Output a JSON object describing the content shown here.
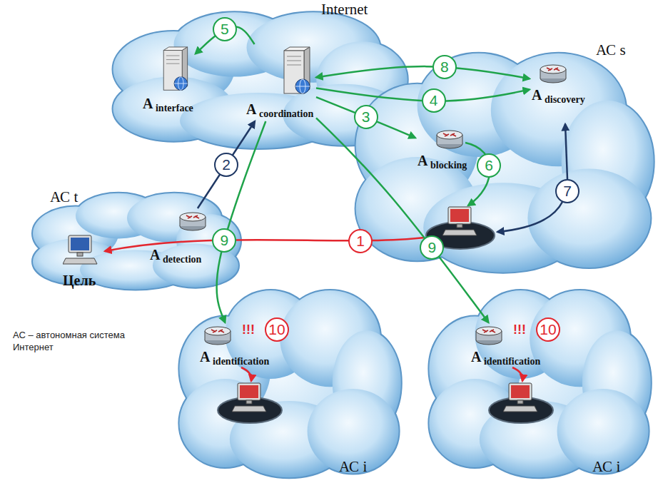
{
  "diagram": {
    "nodes": [
      {
        "text": [
          "Internet"
        ]
      },
      {
        "text": [
          "A interface"
        ],
        "in": 0
      },
      {
        "text": [
          "A coordination"
        ],
        "in": 0
      },
      {
        "text": [
          "АС s"
        ]
      },
      {
        "text": [
          "A discovery"
        ],
        "in": 3
      },
      {
        "text": [
          "A blocking"
        ],
        "in": 3
      },
      {
        "text": [
          "АС t"
        ]
      },
      {
        "text": [
          "Цель"
        ],
        "in": 6
      },
      {
        "text": [
          "A detection"
        ],
        "in": 6
      },
      {
        "text": [
          "АС i"
        ]
      },
      {
        "text": [
          "A identification"
        ],
        "in": 9
      },
      {
        "text": [
          "АС i"
        ]
      },
      {
        "text": [
          "A identification"
        ],
        "in": 11
      }
    ],
    "edges": [
      {
        "from": 8,
        "to": 2,
        "arrow": "to",
        "label": "2"
      },
      {
        "from": 2,
        "to": 5,
        "arrow": "to",
        "label": "3"
      },
      {
        "from": 2,
        "to": 4,
        "arrow": "to",
        "label": "4"
      },
      {
        "from": 2,
        "to": 1,
        "arrow": "to",
        "label": "5"
      },
      {
        "from": 2,
        "to": 4,
        "arrow": "both",
        "label": "8"
      },
      {
        "from": 2,
        "to": 10,
        "arrow": "to",
        "label": "9"
      },
      {
        "from": 2,
        "to": 12,
        "arrow": "to",
        "label": "9"
      }
    ],
    "labels": [
      "1",
      "6",
      "7",
      "!!!",
      "10",
      "!!!",
      "10",
      "АС – автономная система Интернет"
    ]
  }
}
